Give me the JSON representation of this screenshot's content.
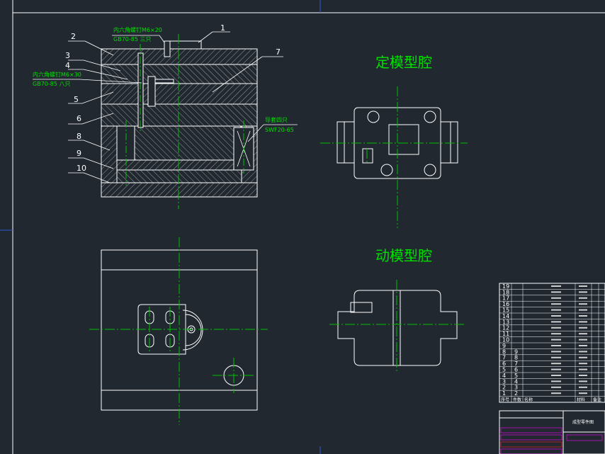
{
  "labels": {
    "fixed_cavity": "定模型腔",
    "moving_cavity": "动模型腔",
    "screw_note_1_line1": "内六角螺钉M6×20",
    "screw_note_1_line2": "GB70-85 三只",
    "screw_note_2_line1": "内六角螺钉M6×30",
    "screw_note_2_line2": "GB70-85 八只",
    "bush_note_line1": "导套四只",
    "bush_note_line2": "SWF20-65",
    "title_block_name": "成型零件图"
  },
  "callouts": [
    "1",
    "2",
    "3",
    "4",
    "5",
    "6",
    "7",
    "8",
    "9",
    "10"
  ],
  "bom": {
    "header": [
      "序号",
      "件数",
      "名称",
      "材料",
      "备注"
    ],
    "rows": [
      {
        "no": "19",
        "qty": "",
        "name": "",
        "mat": "",
        "note": ""
      },
      {
        "no": "18",
        "qty": "",
        "name": "",
        "mat": "",
        "note": ""
      },
      {
        "no": "17",
        "qty": "",
        "name": "",
        "mat": "",
        "note": ""
      },
      {
        "no": "16",
        "qty": "",
        "name": "",
        "mat": "",
        "note": ""
      },
      {
        "no": "15",
        "qty": "",
        "name": "",
        "mat": "",
        "note": ""
      },
      {
        "no": "14",
        "qty": "",
        "name": "",
        "mat": "",
        "note": ""
      },
      {
        "no": "13",
        "qty": "",
        "name": "",
        "mat": "",
        "note": ""
      },
      {
        "no": "12",
        "qty": "",
        "name": "",
        "mat": "",
        "note": ""
      },
      {
        "no": "11",
        "qty": "",
        "name": "",
        "mat": "",
        "note": ""
      },
      {
        "no": "10",
        "qty": "",
        "name": "",
        "mat": "",
        "note": ""
      },
      {
        "no": "9",
        "qty": "",
        "name": "",
        "mat": "",
        "note": ""
      },
      {
        "no": "8",
        "qty": "9",
        "name": "",
        "mat": "",
        "note": ""
      },
      {
        "no": "7",
        "qty": "8",
        "name": "",
        "mat": "",
        "note": ""
      },
      {
        "no": "6",
        "qty": "7",
        "name": "",
        "mat": "",
        "note": ""
      },
      {
        "no": "5",
        "qty": "6",
        "name": "",
        "mat": "",
        "note": ""
      },
      {
        "no": "4",
        "qty": "5",
        "name": "",
        "mat": "",
        "note": ""
      },
      {
        "no": "3",
        "qty": "4",
        "name": "",
        "mat": "",
        "note": ""
      },
      {
        "no": "2",
        "qty": "3",
        "name": "",
        "mat": "",
        "note": ""
      },
      {
        "no": "1",
        "qty": "2",
        "name": "",
        "mat": "",
        "note": ""
      }
    ]
  },
  "colors": {
    "background": "#212830",
    "outline": "#ffffff",
    "centerline": "#00c000",
    "annotation_green": "#00e000",
    "frame_blue": "#2a5bd7",
    "title_magenta": "#ff00ff",
    "title_red": "#ff2020"
  }
}
